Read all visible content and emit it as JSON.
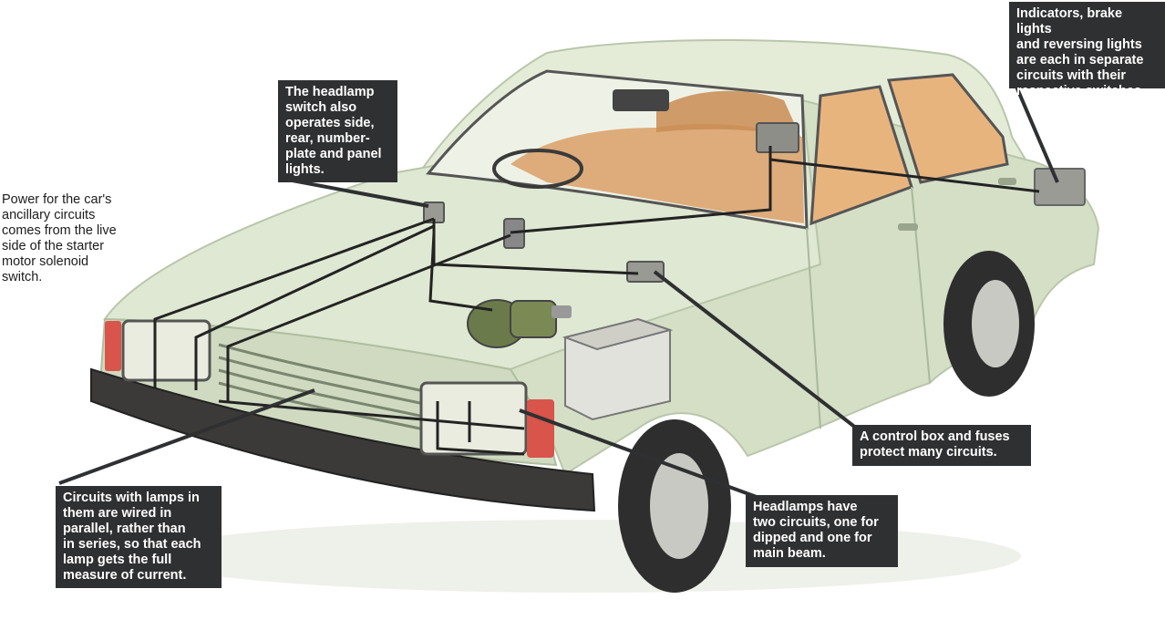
{
  "diagram": {
    "callouts": {
      "headlamp_switch": "The headlamp\nswitch also\noperates side,\nrear, number-\nplate and panel\nlights.",
      "indicators": "Indicators, brake lights\nand reversing lights\nare each in separate\ncircuits with their\nrespective switches.",
      "power": "Power for the car's\nancillary circuits\ncomes from the live\nside of the starter\nmotor solenoid\nswitch.",
      "control_box": "A control box and fuses\nprotect many circuits.",
      "parallel": "Circuits with lamps in\nthem are wired in\nparallel, rather than\nin series, so that each\nlamp gets the full\nmeasure of current.",
      "headlamps": "Headlamps have\ntwo circuits, one for\ndipped and one for\nmain beam."
    },
    "colors": {
      "body": "#dfe8d2",
      "body_shadow": "#c6d3b8",
      "glass": "#eef2e6",
      "interior": "#d9a066",
      "bumper": "#3b3a38",
      "wire": "#232323",
      "callout_bg": "#2f3032",
      "lamp": "#d9544a"
    }
  }
}
